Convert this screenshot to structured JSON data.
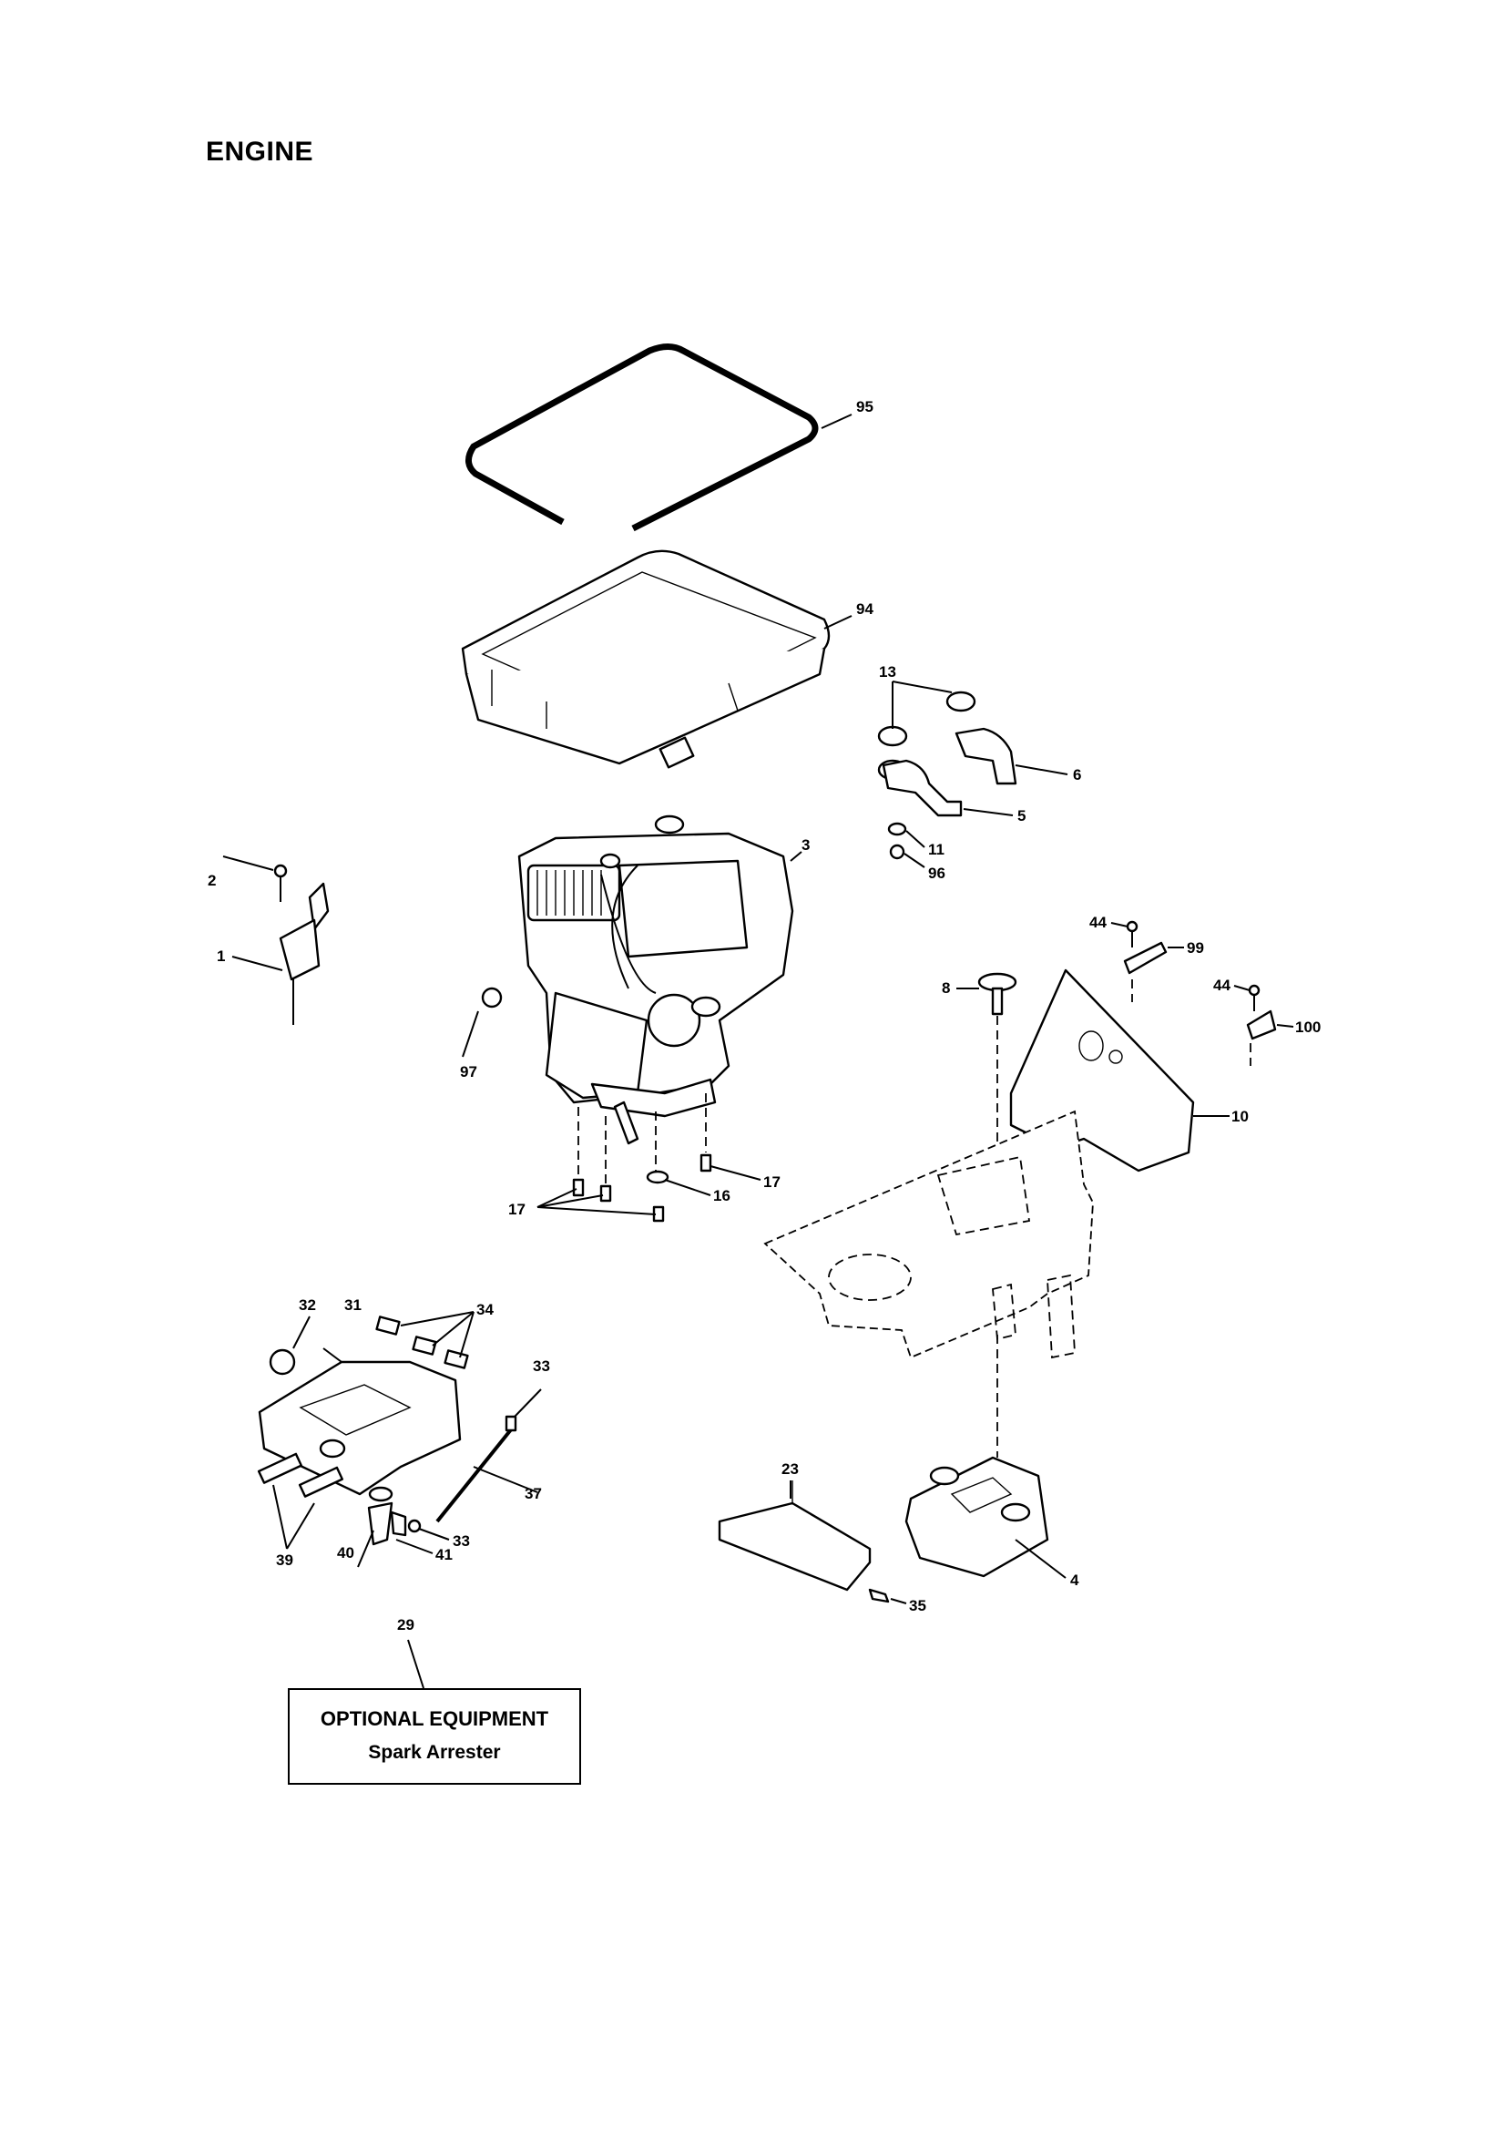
{
  "title": "ENGINE",
  "callouts": {
    "c95": "95",
    "c94": "94",
    "c13": "13",
    "c6": "6",
    "c5": "5",
    "c11": "11",
    "c96": "96",
    "c3": "3",
    "c2": "2",
    "c1": "1",
    "c97": "97",
    "c44a": "44",
    "c99": "99",
    "c44b": "44",
    "c100": "100",
    "c8": "8",
    "c10": "10",
    "c17a": "17",
    "c17b": "17",
    "c16": "16",
    "c32": "32",
    "c31": "31",
    "c34": "34",
    "c33a": "33",
    "c37": "37",
    "c33b": "33",
    "c41": "41",
    "c40": "40",
    "c39": "39",
    "c23": "23",
    "c4": "4",
    "c35": "35",
    "c29": "29"
  },
  "optional": {
    "heading": "OPTIONAL EQUIPMENT",
    "item": "Spark Arrester"
  }
}
